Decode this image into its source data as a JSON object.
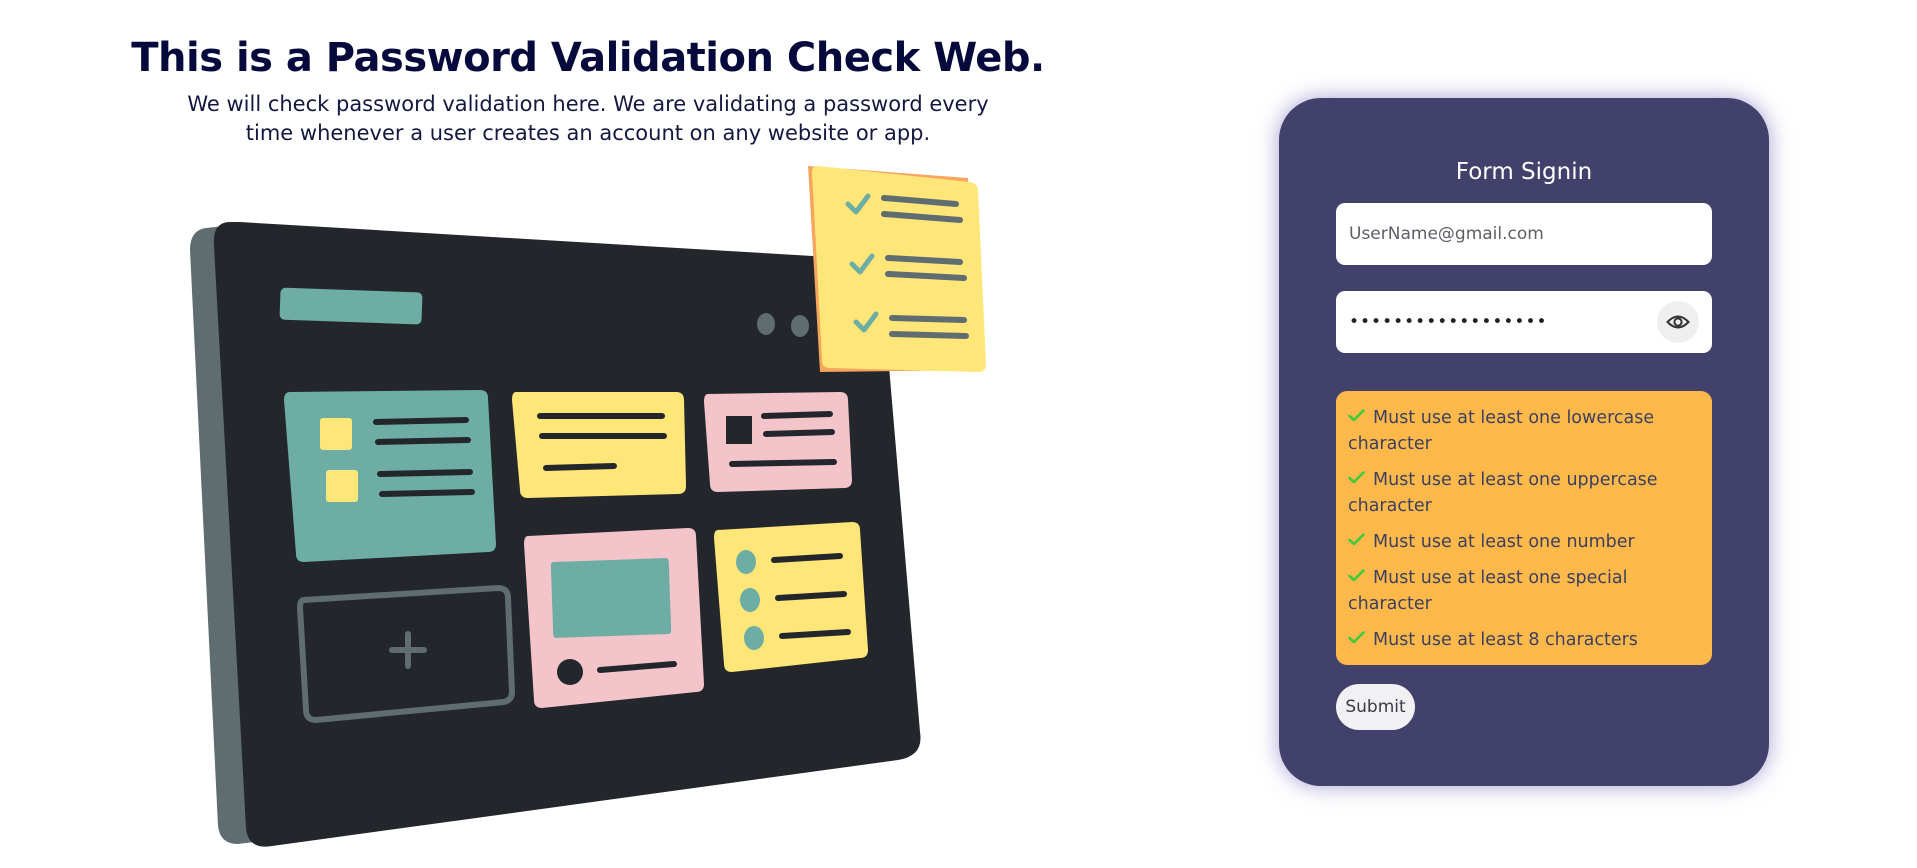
{
  "header": {
    "title": "This is a Password Validation Check Web.",
    "description": "We will check password validation here. We are validating a password every time whenever a user creates an account on any website or app."
  },
  "form": {
    "title": "Form Signin",
    "username_placeholder": "UserName@gmail.com",
    "password_value": "••••••••••••••••••",
    "visibility_icon": "eye-icon",
    "rules": [
      {
        "text": "Must use at least one lowercase character",
        "satisfied": true
      },
      {
        "text": "Must use at least one uppercase character",
        "satisfied": true
      },
      {
        "text": "Must use at least one number",
        "satisfied": true
      },
      {
        "text": "Must use at least one special character",
        "satisfied": true
      },
      {
        "text": "Must use at least 8 characters",
        "satisfied": true
      }
    ],
    "submit_label": "Submit"
  },
  "colors": {
    "card_bg": "#41416b",
    "rules_bg": "#feb94a",
    "check": "#3ecb3e",
    "heading": "#06093c"
  }
}
